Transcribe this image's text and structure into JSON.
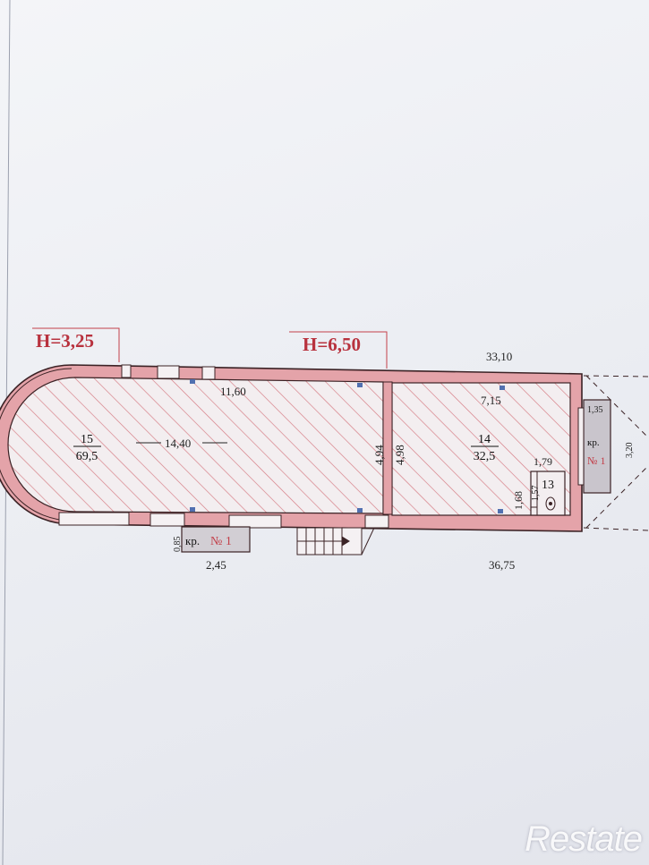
{
  "heights": {
    "left": "H=3,25",
    "right": "H=6,50"
  },
  "dimensions": {
    "top_total": "33,10",
    "bottom_total": "36,75",
    "top_inner": "11,60",
    "hall_length": "14,40",
    "hall_width": "4,94",
    "room14_width": "4,98",
    "room14_length": "7,15",
    "porch_left_width": "2,45",
    "porch_left_depth": "0,85",
    "porch_right_width": "1,35",
    "porch_right_depth": "3,20",
    "room13_width": "1,79",
    "room13_depth": "1,68",
    "room13_inner": "1,57"
  },
  "rooms": [
    {
      "number": "15",
      "area": "69,5"
    },
    {
      "number": "14",
      "area": "32,5"
    },
    {
      "number": "13"
    }
  ],
  "porches": {
    "left": {
      "prefix": "кр.",
      "number": "№ 1"
    },
    "right": {
      "prefix": "кр.",
      "number": "№ 1"
    }
  },
  "watermark": "Restate"
}
